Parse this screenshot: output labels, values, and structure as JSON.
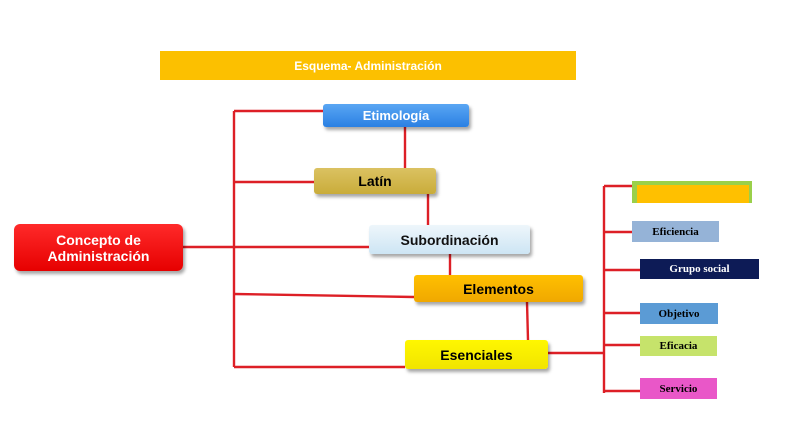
{
  "diagram": {
    "title": "Esquema- Administración",
    "concept": {
      "line1": "Concepto de",
      "line2": "Administración"
    },
    "nodes": {
      "etimologia": "Etimología",
      "latin": "Latín",
      "subordinacion": "Subordinación",
      "elementos": "Elementos",
      "esenciales": "Esenciales"
    },
    "elements": {
      "empty": "",
      "eficiencia": "Eficiencia",
      "grupo_social": "Grupo social",
      "objetivo": "Objetivo",
      "eficacia": "Eficacia",
      "servicio": "Servicio"
    },
    "colors": {
      "connector": "#dd1f26",
      "title": "#fcc000",
      "concept": "#e60000",
      "etimologia": "#2a80e3",
      "latin": "#c9ac3a",
      "subordinacion": "#cde5f4",
      "elementos": "#ffc000",
      "esenciales": "#fff700",
      "eficiencia": "#95b3d7",
      "grupo_social": "#0d1b56",
      "objetivo": "#5b9bd5",
      "eficacia": "#c6e36b",
      "servicio": "#e957c8"
    }
  }
}
